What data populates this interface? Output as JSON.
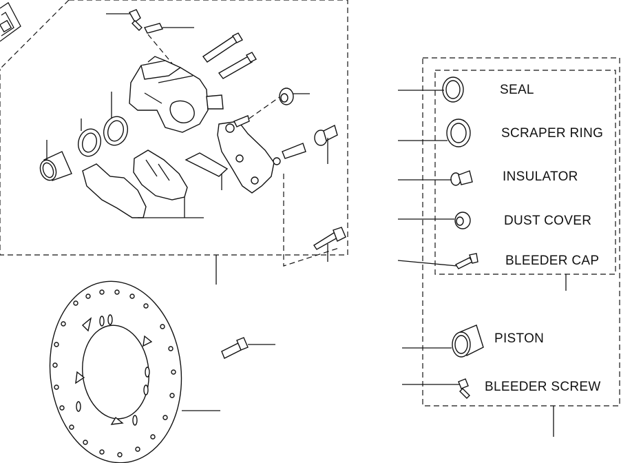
{
  "labels": {
    "seal": "SEAL",
    "scraper_ring": "SCRAPER RING",
    "insulator": "INSULATOR",
    "dust_cover": "DUST COVER",
    "bleeder_cap": "BLEEDER CAP",
    "piston": "PISTON",
    "bleeder_screw": "BLEEDER SCREW"
  }
}
